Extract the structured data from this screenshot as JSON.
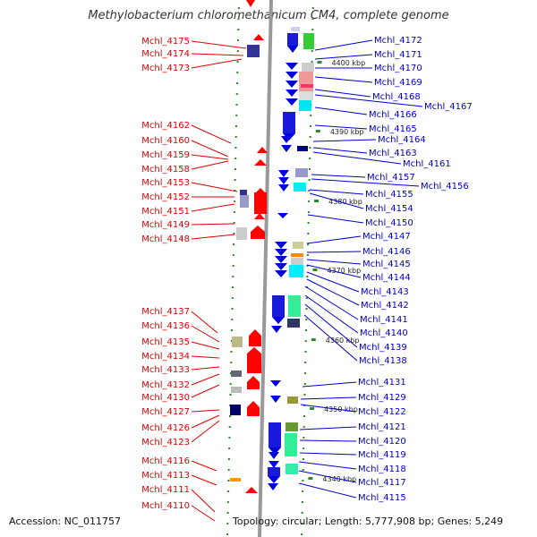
{
  "title": "Methylobacterium chloromethanicum CM4, complete genome",
  "footer": {
    "accession": "Accession: NC_011757",
    "summary": "Topology: circular; Length: 5,777,908 bp; Genes: 5,249"
  },
  "colors": {
    "left_labels": "#dd0000",
    "right_labels": "#0000cc",
    "backbone": "#999999",
    "ticks": "#2a8a2a"
  },
  "scale_labels": [
    "4400 kbp",
    "4390 kbp",
    "4380 kbp",
    "4370 kbp",
    "4360 kbp",
    "4350 kbp",
    "4340 kbp"
  ],
  "left_genes": [
    "Mchl_4175",
    "Mchl_4174",
    "Mchl_4173",
    "Mchl_4162",
    "Mchl_4160",
    "Mchl_4159",
    "Mchl_4158",
    "Mchl_4153",
    "Mchl_4152",
    "Mchl_4151",
    "Mchl_4149",
    "Mchl_4148",
    "Mchl_4137",
    "Mchl_4136",
    "Mchl_4135",
    "Mchl_4134",
    "Mchl_4133",
    "Mchl_4132",
    "Mchl_4130",
    "Mchl_4127",
    "Mchl_4126",
    "Mchl_4123",
    "Mchl_4116",
    "Mchl_4113",
    "Mchl_4111",
    "Mchl_4110"
  ],
  "right_genes": [
    "Mchl_4172",
    "Mchl_4171",
    "Mchl_4170",
    "Mchl_4169",
    "Mchl_4168",
    "Mchl_4167",
    "Mchl_4166",
    "Mchl_4165",
    "Mchl_4164",
    "Mchl_4163",
    "Mchl_4161",
    "Mchl_4157",
    "Mchl_4156",
    "Mchl_4155",
    "Mchl_4154",
    "Mchl_4150",
    "Mchl_4147",
    "Mchl_4146",
    "Mchl_4145",
    "Mchl_4144",
    "Mchl_4143",
    "Mchl_4142",
    "Mchl_4141",
    "Mchl_4140",
    "Mchl_4139",
    "Mchl_4138",
    "Mchl_4131",
    "Mchl_4129",
    "Mchl_4122",
    "Mchl_4121",
    "Mchl_4120",
    "Mchl_4119",
    "Mchl_4118",
    "Mchl_4117",
    "Mchl_4115"
  ]
}
